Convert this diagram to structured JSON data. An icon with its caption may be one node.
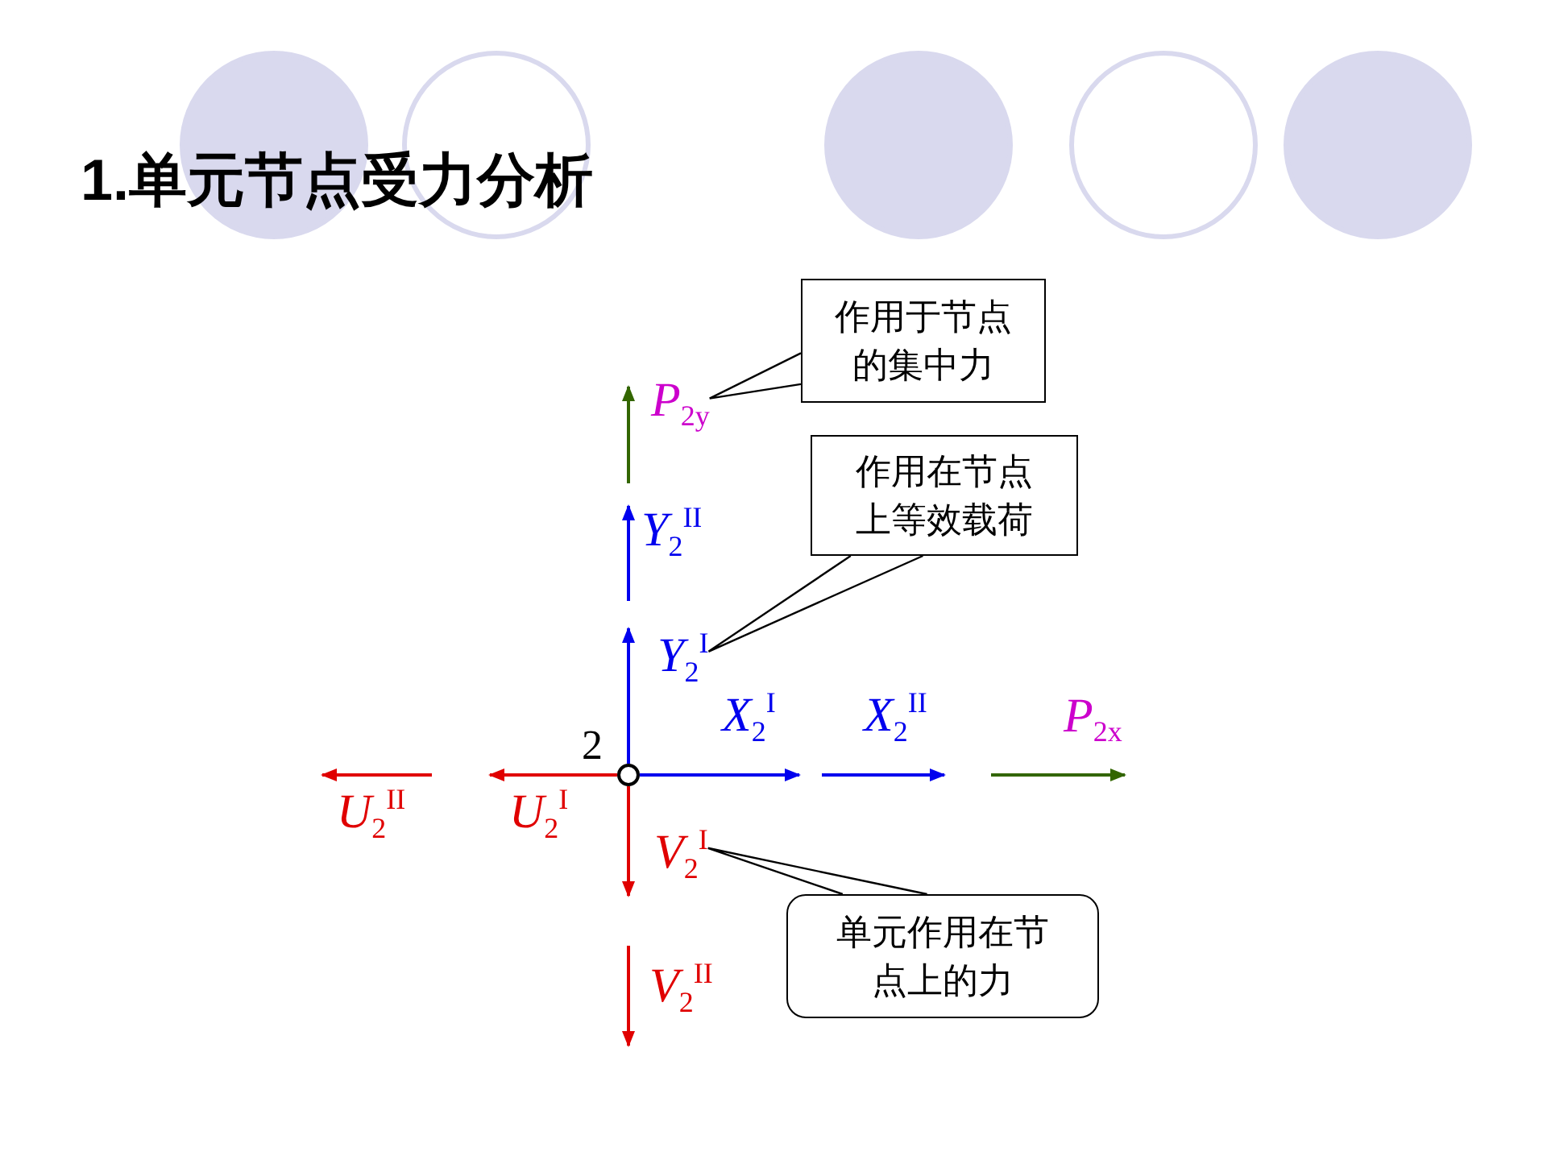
{
  "diagram": {
    "title": "1.单元节点受力分析",
    "nodes": [
      {
        "text": [
          "作用于节点的集中力"
        ]
      },
      {
        "text": [
          "P$_{2y}$"
        ]
      },
      {
        "text": [
          "作用在节点上等效载荷"
        ]
      },
      {
        "text": [
          "Y$_{2}$$^{I}$"
        ]
      },
      {
        "text": [
          "单元作用在节点上的力"
        ]
      },
      {
        "text": [
          "V$_{2}$$^{I}$"
        ]
      }
    ],
    "edges": [
      {
        "from": 0,
        "to": 1,
        "arrow": "none"
      },
      {
        "from": 2,
        "to": 3,
        "arrow": "none"
      },
      {
        "from": 4,
        "to": 5,
        "arrow": "none"
      }
    ],
    "labels": [
      "Y$_{2}$$^{II}$",
      "2",
      "X$_{2}$$^{I}$",
      "X$_{2}$$^{II}$",
      "P$_{2x}$",
      "U$_{2}$$^{II}$",
      "U$_{2}$$^{I}$",
      "V$_{2}$$^{II}$"
    ]
  }
}
